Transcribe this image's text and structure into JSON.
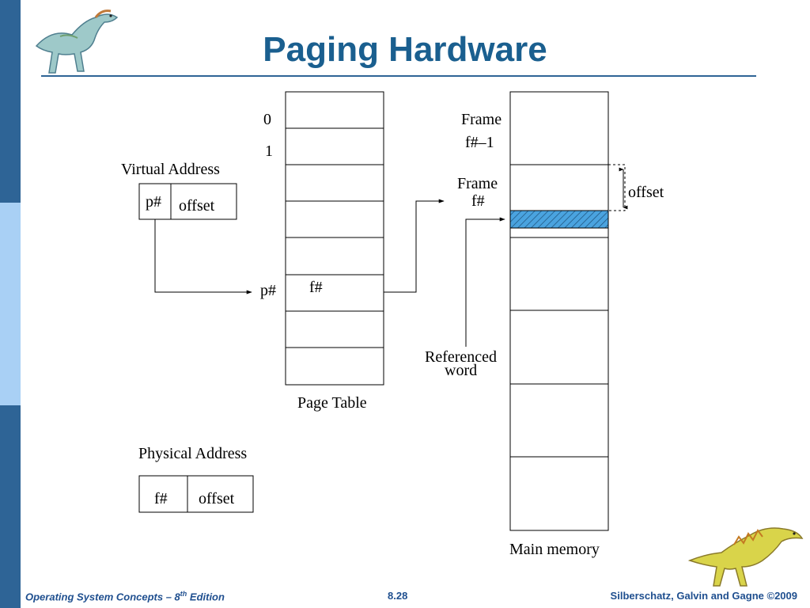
{
  "colors": {
    "sidebar_dark": "#2e6496",
    "sidebar_light": "#a9d0f5",
    "title": "#1a5f8f",
    "rule": "#2e6496",
    "footer": "#1f4f8f",
    "hatch_fill": "#4aa3df"
  },
  "slide": {
    "title": "Paging Hardware"
  },
  "diagram": {
    "virtual_address": {
      "label": "Virtual Address",
      "fields": [
        "p#",
        "offset"
      ]
    },
    "page_table": {
      "label": "Page Table",
      "index_labels": [
        "0",
        "1",
        "p#"
      ],
      "entry_value": "f#",
      "row_count": 8
    },
    "main_memory": {
      "label": "Main memory",
      "frame_prev_label": [
        "Frame",
        "f#–1"
      ],
      "frame_label": [
        "Frame",
        "f#"
      ],
      "offset_label": "offset",
      "referenced_label": [
        "Referenced",
        "word"
      ]
    },
    "physical_address": {
      "label": "Physical Address",
      "fields": [
        "f#",
        "offset"
      ]
    }
  },
  "footer": {
    "left_text": "Operating System Concepts – 8",
    "left_sup": "th",
    "left_suffix": " Edition",
    "center": "8.28",
    "right": "Silberschatz, Galvin and Gagne ©2009"
  },
  "icons": [
    "dinosaur-icon-top-left",
    "dinosaur-icon-bottom-right"
  ]
}
